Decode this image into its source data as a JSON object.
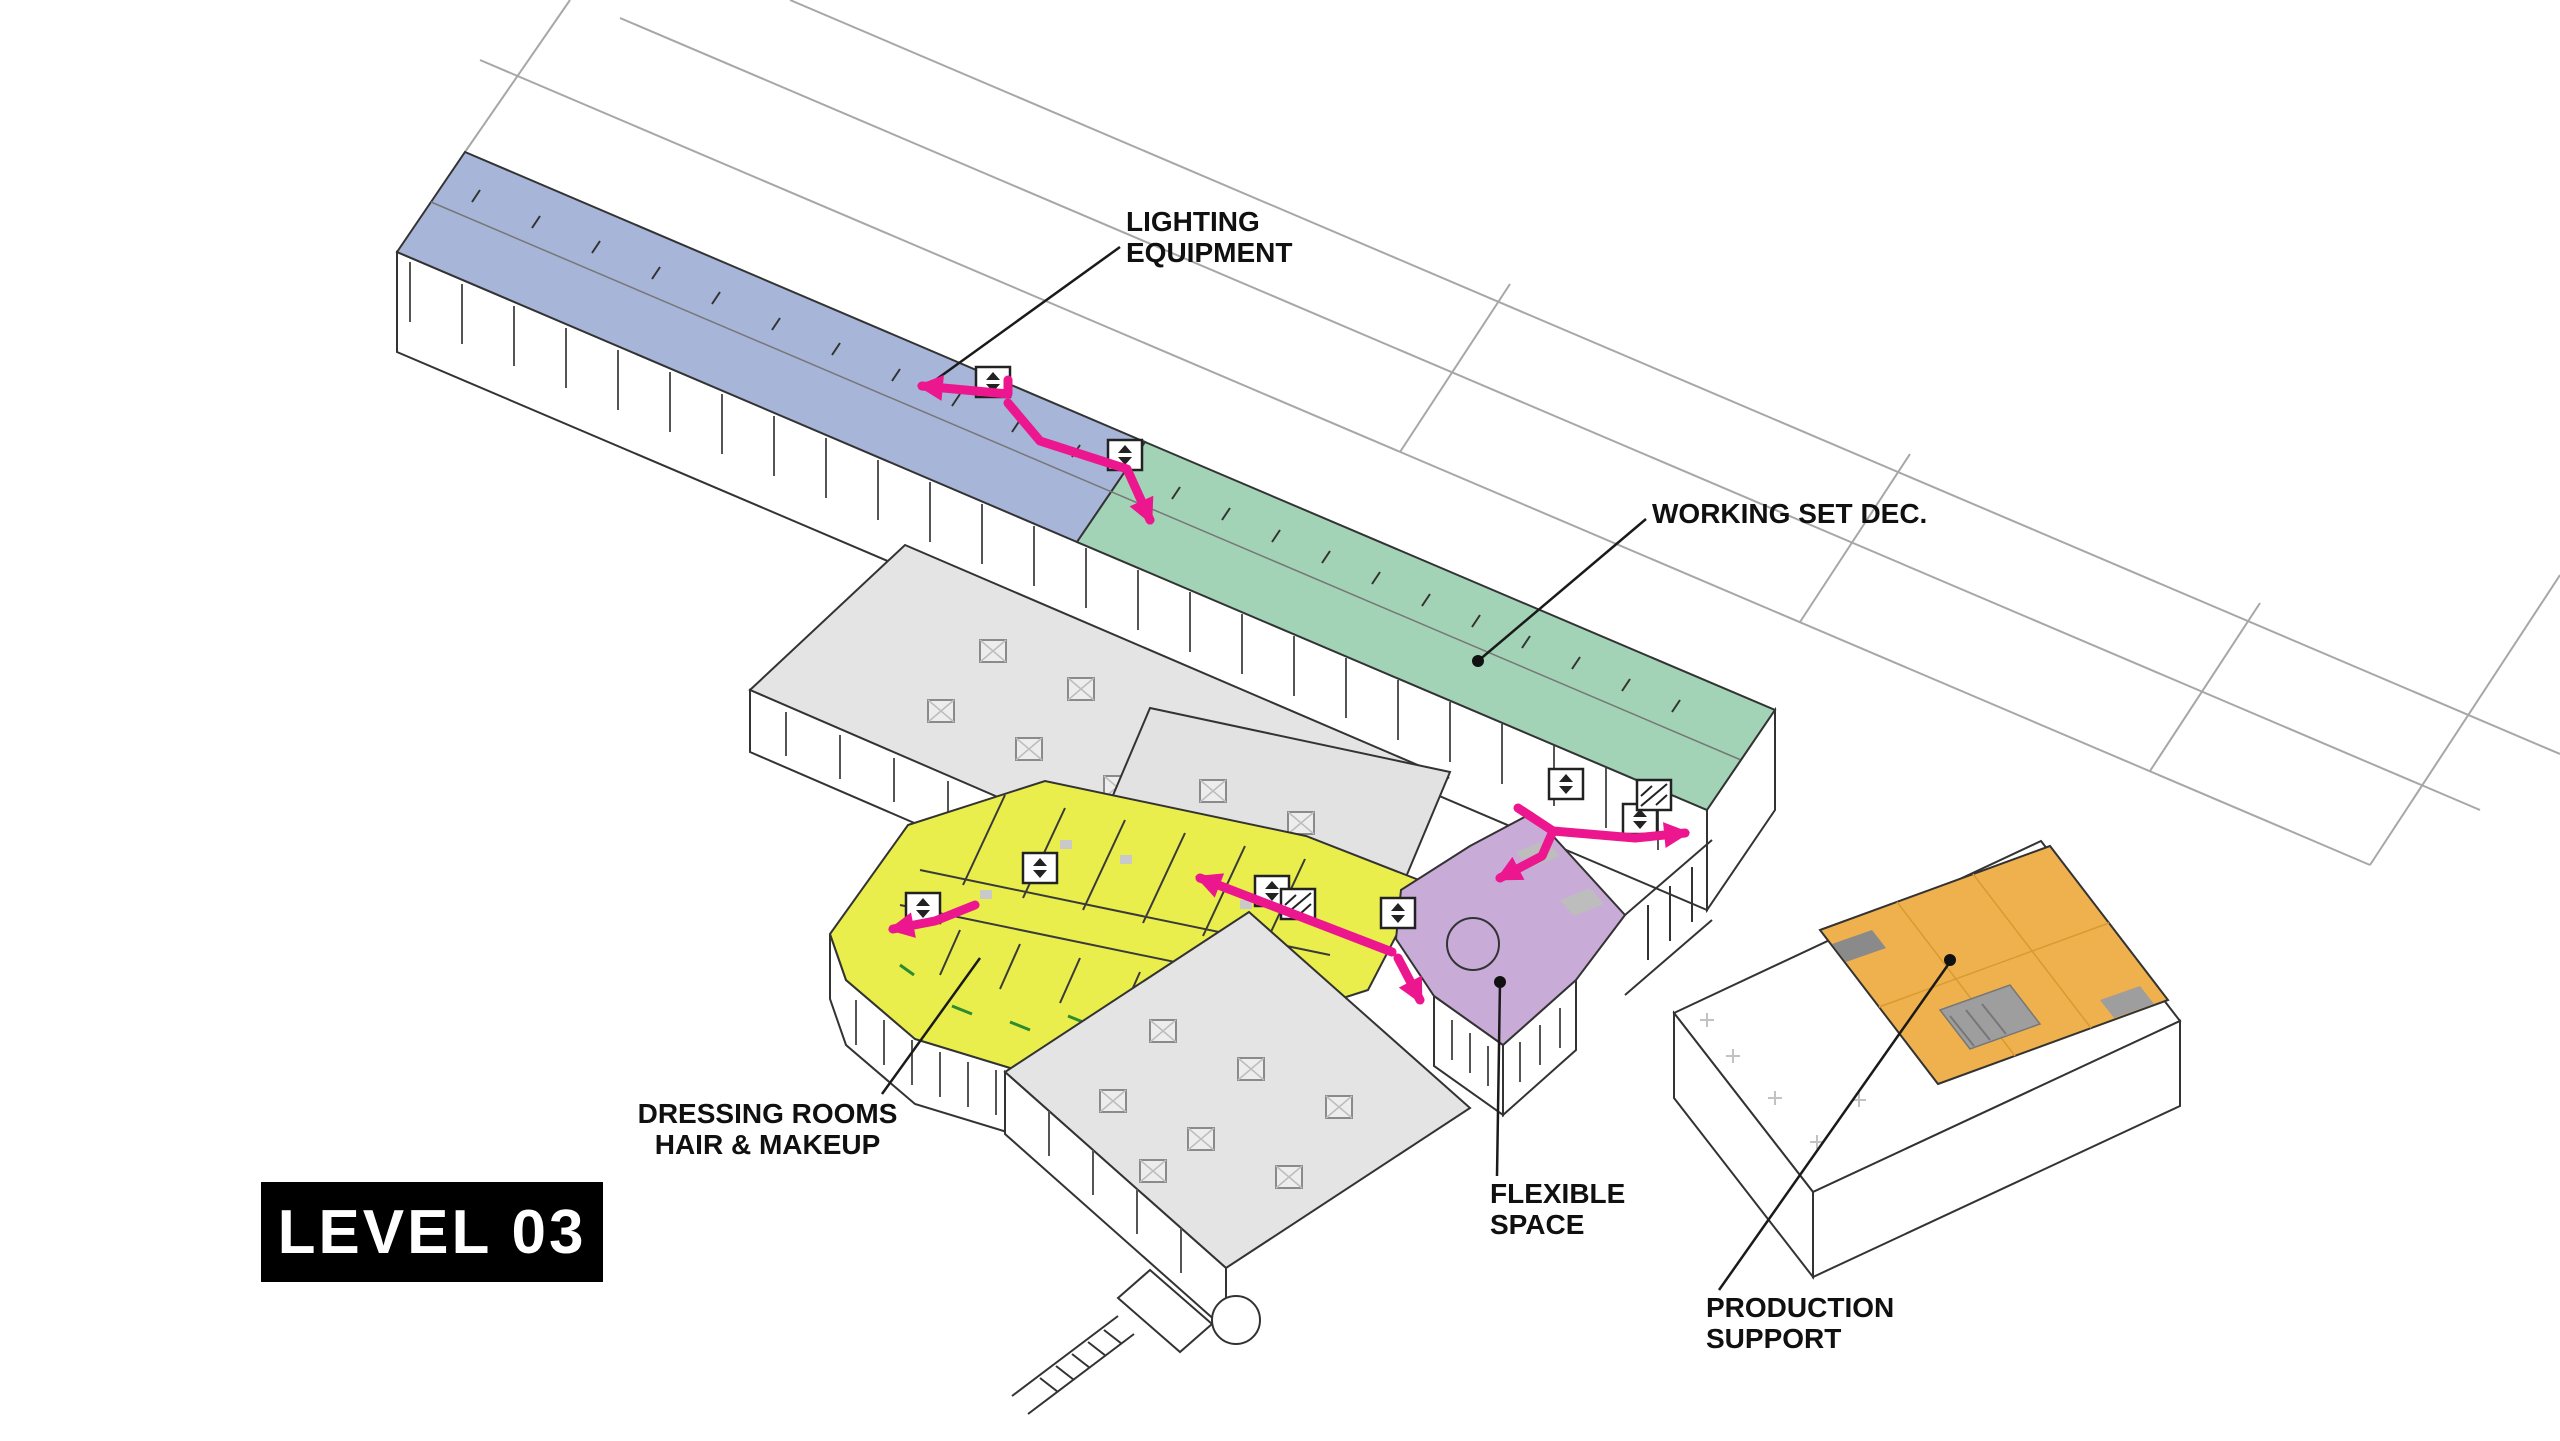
{
  "level_badge": "LEVEL 03",
  "labels": {
    "lighting": {
      "line1": "LIGHTING",
      "line2": "EQUIPMENT"
    },
    "working_set": {
      "line1": "WORKING SET DEC."
    },
    "dressing": {
      "line1": "DRESSING ROOMS",
      "line2": "HAIR & MAKEUP"
    },
    "flexible": {
      "line1": "FLEXIBLE",
      "line2": "SPACE"
    },
    "production": {
      "line1": "PRODUCTION",
      "line2": "SUPPORT"
    }
  },
  "zones": {
    "lighting_equipment": {
      "color": "#a6b5d8"
    },
    "working_set_dec": {
      "color": "#a2d3b7"
    },
    "dressing_rooms": {
      "color": "#e9ee4c"
    },
    "flexible_space": {
      "color": "#c9abd8"
    },
    "production_support": {
      "color": "#efb14e"
    },
    "circulation": {
      "color": "#ec168f"
    }
  },
  "badge_style": {
    "background": "#000000",
    "text_color": "#ffffff"
  }
}
